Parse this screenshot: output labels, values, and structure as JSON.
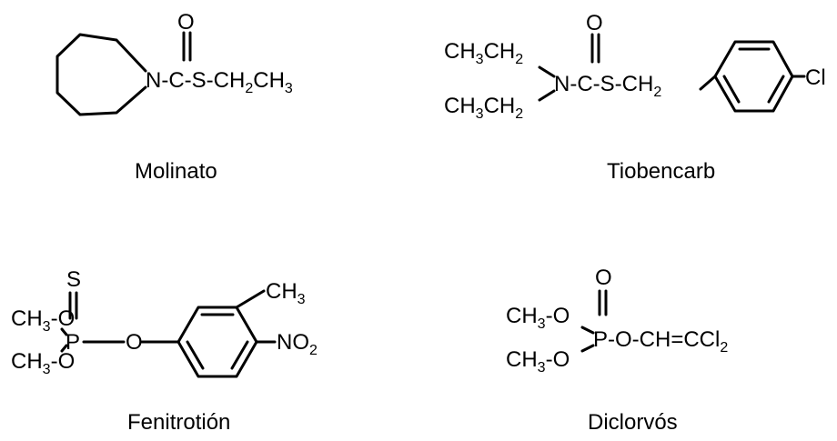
{
  "compounds": [
    {
      "name": "Molinato",
      "atoms": {
        "O": "O",
        "N": "N",
        "chain_main": "-C-S-CH",
        "chain_sub": "2",
        "chain_tail": "CH",
        "chain_tail_sub": "3"
      }
    },
    {
      "name": "Tiobencarb",
      "atoms": {
        "O": "O",
        "ethyl_top": "CH",
        "ethyl_top_sub": "3",
        "ethyl_top_mid": "CH",
        "ethyl_top_sub2": "2",
        "ethyl_bot": "CH",
        "ethyl_bot_sub": "3",
        "ethyl_bot_mid": "CH",
        "ethyl_bot_sub2": "2",
        "chain": "N-C-S-CH",
        "chain_sub": "2",
        "Cl": "Cl"
      }
    },
    {
      "name": "Fenitrotión",
      "atoms": {
        "S": "S",
        "P": "P",
        "O_link": "O",
        "methoxy_top": "CH",
        "methoxy_top_sub": "3",
        "methoxy_top_tail": "-O",
        "methoxy_bot": "CH",
        "methoxy_bot_sub": "3",
        "methoxy_bot_tail": "-O",
        "methyl": "CH",
        "methyl_sub": "3",
        "nitro": "NO",
        "nitro_sub": "2"
      }
    },
    {
      "name": "Diclorvós",
      "atoms": {
        "O": "O",
        "methoxy_top": "CH",
        "methoxy_top_sub": "3",
        "methoxy_top_tail": "-O",
        "methoxy_bot": "CH",
        "methoxy_bot_sub": "3",
        "methoxy_bot_tail": "-O",
        "chain": "P-O-CH=CCl",
        "chain_sub": "2"
      }
    }
  ]
}
